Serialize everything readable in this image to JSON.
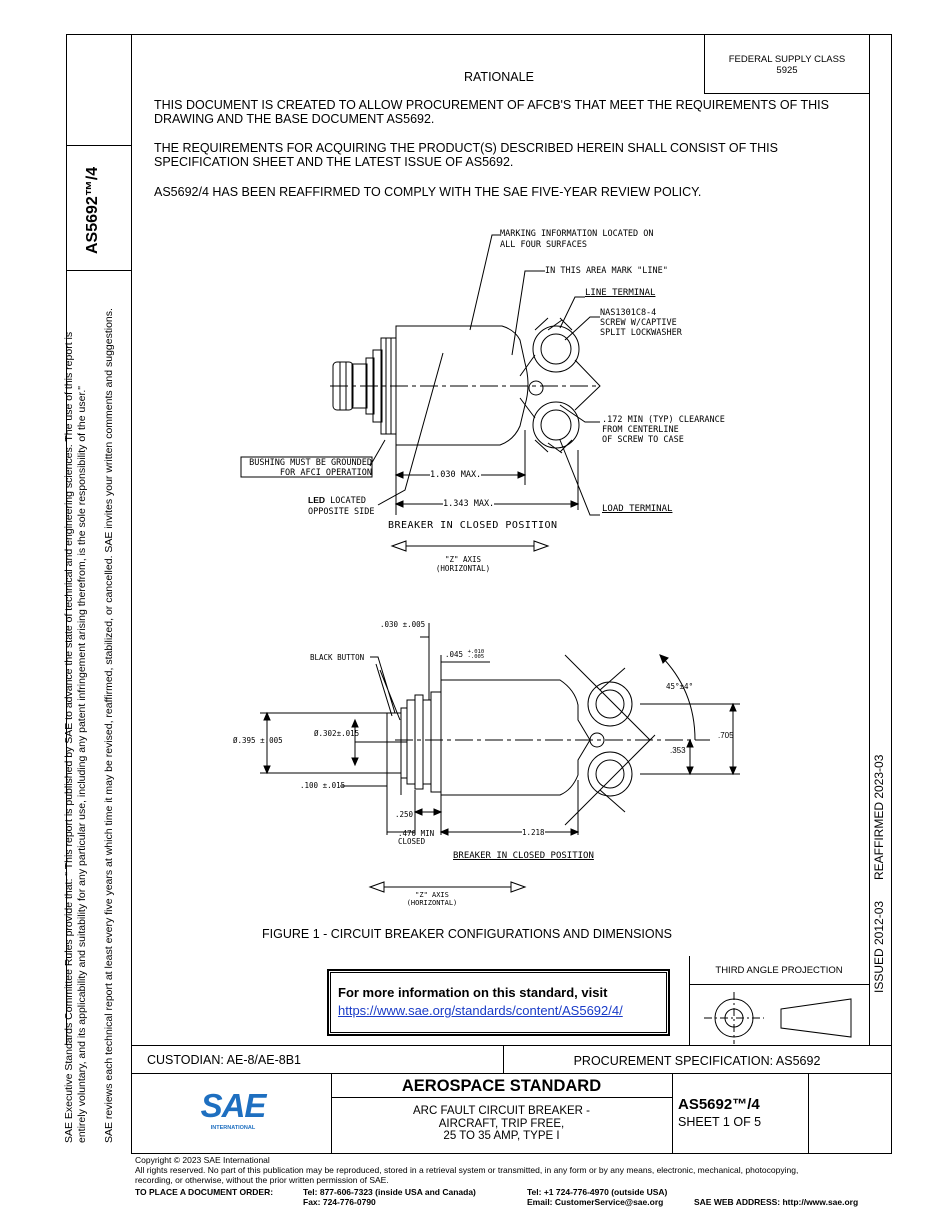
{
  "header": {
    "federal_supply_class_label": "FEDERAL SUPPLY CLASS",
    "federal_supply_class_value": "5925",
    "doc_number_vertical": "AS5692™/4"
  },
  "rationale": {
    "title": "RATIONALE",
    "p1_l1": "THIS DOCUMENT IS CREATED TO ALLOW PROCUREMENT OF AFCB'S THAT MEET THE REQUIREMENTS OF THIS",
    "p1_l2": "DRAWING AND THE BASE DOCUMENT AS5692.",
    "p2_l1": "THE REQUIREMENTS FOR ACQUIRING THE PRODUCT(S) DESCRIBED HEREIN SHALL CONSIST OF THIS",
    "p2_l2": "SPECIFICATION SHEET AND THE LATEST ISSUE OF AS5692.",
    "p3": "AS5692/4 HAS BEEN REAFFIRMED TO COMPLY WITH THE SAE FIVE-YEAR REVIEW POLICY."
  },
  "side_notes": {
    "line1": "SAE Executive Standards Committee Rules provide that: \"  This report is published by SAE to advance the state of technical and engineering sciences. The use of this report is",
    "line2": "entirely voluntary, and its applicability and suitability for any particular use, including any patent infringement arising therefrom, is the sole responsibility of the user.\"",
    "line3": "SAE reviews each technical report at least every five years at which time it may be revised, reaffirmed, stabilized, or cancelled. SAE invites your written comments and suggestions.",
    "issued": "ISSUED 2012-03",
    "reaffirmed": "REAFFIRMED 2023-03"
  },
  "drawing1": {
    "marking": "MARKING INFORMATION LOCATED ON",
    "marking2": "ALL FOUR SURFACES",
    "line_area": "IN THIS AREA MARK \"LINE\"",
    "line_terminal": "LINE TERMINAL",
    "nas1": "NAS1301C8-4",
    "nas2": "SCREW W/CAPTIVE",
    "nas3": "SPLIT LOCKWASHER",
    "clr1": ".172 MIN (TYP) CLEARANCE",
    "clr2": "FROM CENTERLINE",
    "clr3": "OF SCREW TO CASE",
    "bushing1": "BUSHING MUST BE GROUNDED",
    "bushing2": "FOR AFCI OPERATION",
    "dim1": "1.030 MAX.",
    "dim2": "1.343 MAX.",
    "led_bold": "LED",
    "led_rest": " LOCATED",
    "led2": "OPPOSITE SIDE",
    "load_terminal": "LOAD TERMINAL",
    "breaker_pos": "BREAKER IN CLOSED POSITION",
    "axis1": "\"Z\" AXIS",
    "axis2": "(HORIZONTAL)"
  },
  "drawing2": {
    "d030": ".030 ±.005",
    "black_button": "BLACK BUTTON",
    "d045": ".045",
    "d045_tol_up": "+.010",
    "d045_tol_dn": "-.005",
    "angle": "45°±4°",
    "d395": "Ø.395 ±.005",
    "d302": "Ø.302±.015",
    "d705": ".705",
    "d353": ".353",
    "d100": ".100 ±.015",
    "d250": ".250",
    "d470_1": ".470 MIN",
    "d470_2": "CLOSED",
    "d1218": "1.218",
    "breaker_pos": "BREAKER IN CLOSED POSITION",
    "axis1": "\"Z\" AXIS",
    "axis2": "(HORIZONTAL)"
  },
  "figure_caption": "FIGURE 1 -  CIRCUIT BREAKER CONFIGURATIONS AND DIMENSIONS",
  "info_box": {
    "title": "For more information on this standard, visit",
    "link": "https://www.sae.org/standards/content/AS5692/4/"
  },
  "third_angle": "THIRD ANGLE PROJECTION",
  "title_block": {
    "custodian": "CUSTODIAN: AE-8/AE-8B1",
    "procurement": "PROCUREMENT SPECIFICATION: AS5692",
    "aerospace": "AEROSPACE STANDARD",
    "title_l1": "ARC FAULT CIRCUIT BREAKER -",
    "title_l2": "AIRCRAFT, TRIP FREE,",
    "title_l3": "25 TO 35 AMP, TYPE I",
    "doc_number": "AS5692™/4",
    "sheet": "SHEET 1 OF 5",
    "logo_text": "SAE",
    "logo_sub": "INTERNATIONAL"
  },
  "footer": {
    "copyright": "Copyright © 2023 SAE International",
    "rights1": "All rights reserved. No part of this publication may be reproduced, stored in a retrieval system or transmitted, in any form or by any means, electronic, mechanical, photocopying,",
    "rights2": "recording, or otherwise, without the prior written permission of SAE.",
    "order_label": "TO PLACE A DOCUMENT ORDER:",
    "tel_us": "Tel: 877-606-7323 (inside USA and Canada)",
    "fax": "Fax: 724-776-0790",
    "tel_intl": "Tel: +1 724-776-4970 (outside USA)",
    "email": "Email: CustomerService@sae.org",
    "web": "SAE WEB ADDRESS: http://www.sae.org"
  },
  "colors": {
    "link": "#1a3cc8",
    "logo": "#1e6fc0"
  }
}
